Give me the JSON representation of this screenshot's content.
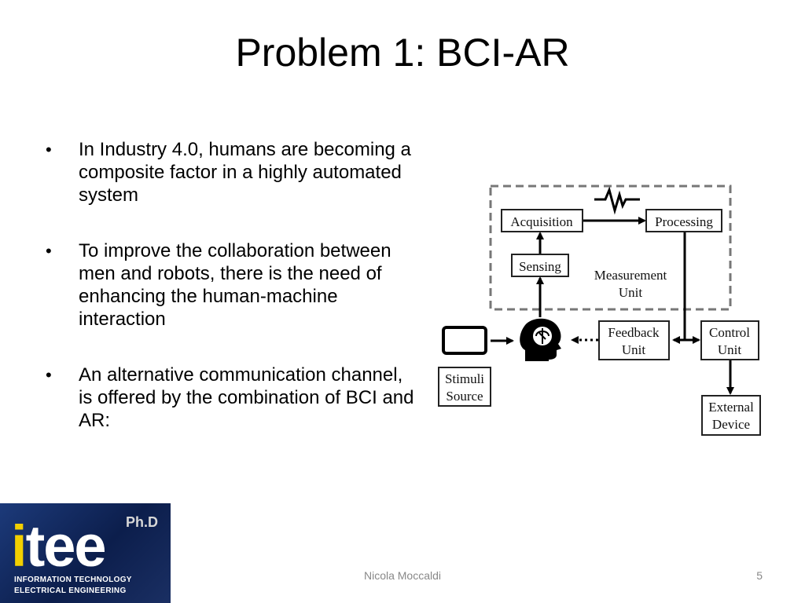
{
  "slide": {
    "title": "Problem 1: BCI-AR",
    "bullets": [
      "In Industry 4.0, humans are becoming a composite factor in a highly automated system",
      "To improve the collaboration between men and robots, there is the need of enhancing the human-machine interaction",
      "An alternative communication channel, is offered by the combination of BCI and AR:"
    ],
    "bullet_symbol": "•"
  },
  "diagram": {
    "acquisition": "Acquisition",
    "processing": "Processing",
    "sensing": "Sensing",
    "measurement_line1": "Measurement",
    "measurement_line2": "Unit",
    "feedback_line1": "Feedback",
    "feedback_line2": "Unit",
    "control_line1": "Control",
    "control_line2": "Unit",
    "stimuli_line1": "Stimuli",
    "stimuli_line2": "Source",
    "external_line1": "External",
    "external_line2": "Device",
    "icons": [
      "monitor-icon",
      "brain-head-icon",
      "signal-wave-icon"
    ]
  },
  "logo": {
    "phd": "Ph.D",
    "main_i": "i",
    "main_tee": "tee",
    "subtitle_line1": "INFORMATION TECHNOLOGY",
    "subtitle_line2": "ELECTRICAL ENGINEERING"
  },
  "footer": {
    "author": "Nicola Moccaldi",
    "page_number": "5"
  }
}
